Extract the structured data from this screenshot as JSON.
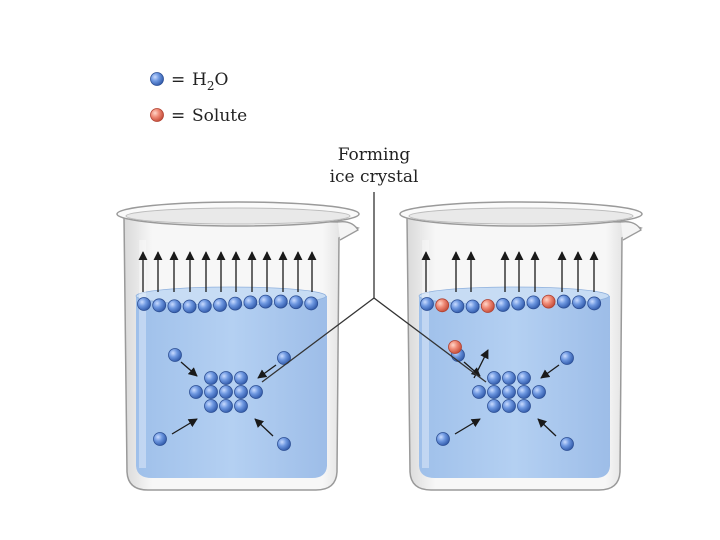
{
  "legend": {
    "items": [
      {
        "key": "water",
        "symbol": "=",
        "label_main": "H",
        "label_sub": "2",
        "label_tail": "O",
        "color": "#5b86d6"
      },
      {
        "key": "solute",
        "symbol": "=",
        "label": "Solute",
        "color": "#ee8471"
      }
    ]
  },
  "callout": {
    "line1": "Forming",
    "line2": "ice crystal"
  },
  "colors": {
    "water_fill": "#aecbee",
    "water_surface": "#c7dcf4",
    "glass": "#f2f2f2",
    "glass_edge": "#9a9a9a",
    "water_molecule": "#5b86d6",
    "solute_molecule": "#ee8471",
    "arrow": "#1a1a1a"
  },
  "beakers": [
    {
      "name": "pure-water",
      "surface_molecules": 12,
      "surface_solutes": [],
      "escape_arrows": 12
    },
    {
      "name": "solution",
      "surface_molecules": 12,
      "surface_solutes": [
        1,
        4,
        8
      ],
      "escape_arrows": 9
    }
  ]
}
